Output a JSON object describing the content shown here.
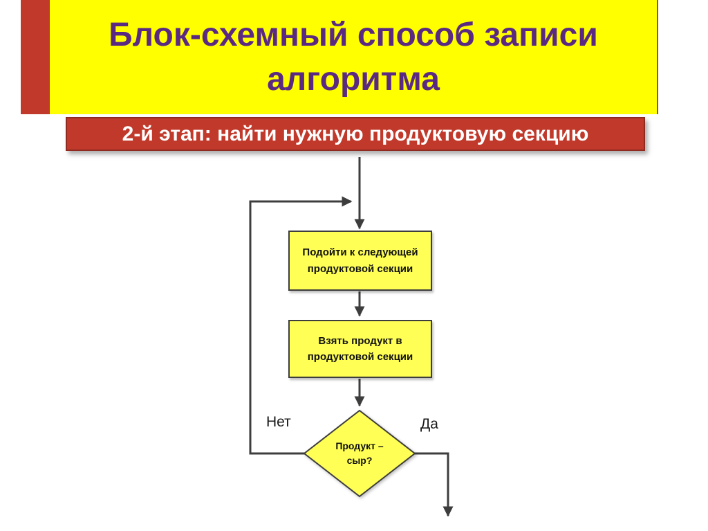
{
  "slide": {
    "title": "Блок-схемный способ записи алгоритма",
    "subtitle": "2-й этап: найти нужную продуктовую секцию"
  },
  "flowchart": {
    "process_1": "Подойти к следующей продуктовой секции",
    "process_2": "Взять продукт в продуктовой секции",
    "decision": "Продукт – сыр?",
    "branch_no": "Нет",
    "branch_yes": "Да"
  },
  "colors": {
    "title_background": "#FFFF00",
    "title_text": "#5A2A83",
    "banner_red": "#C0392B",
    "banner_red_dark": "#8F2A20",
    "shape_yellow": "#FFFF55",
    "connector": "#3D3D3D"
  }
}
